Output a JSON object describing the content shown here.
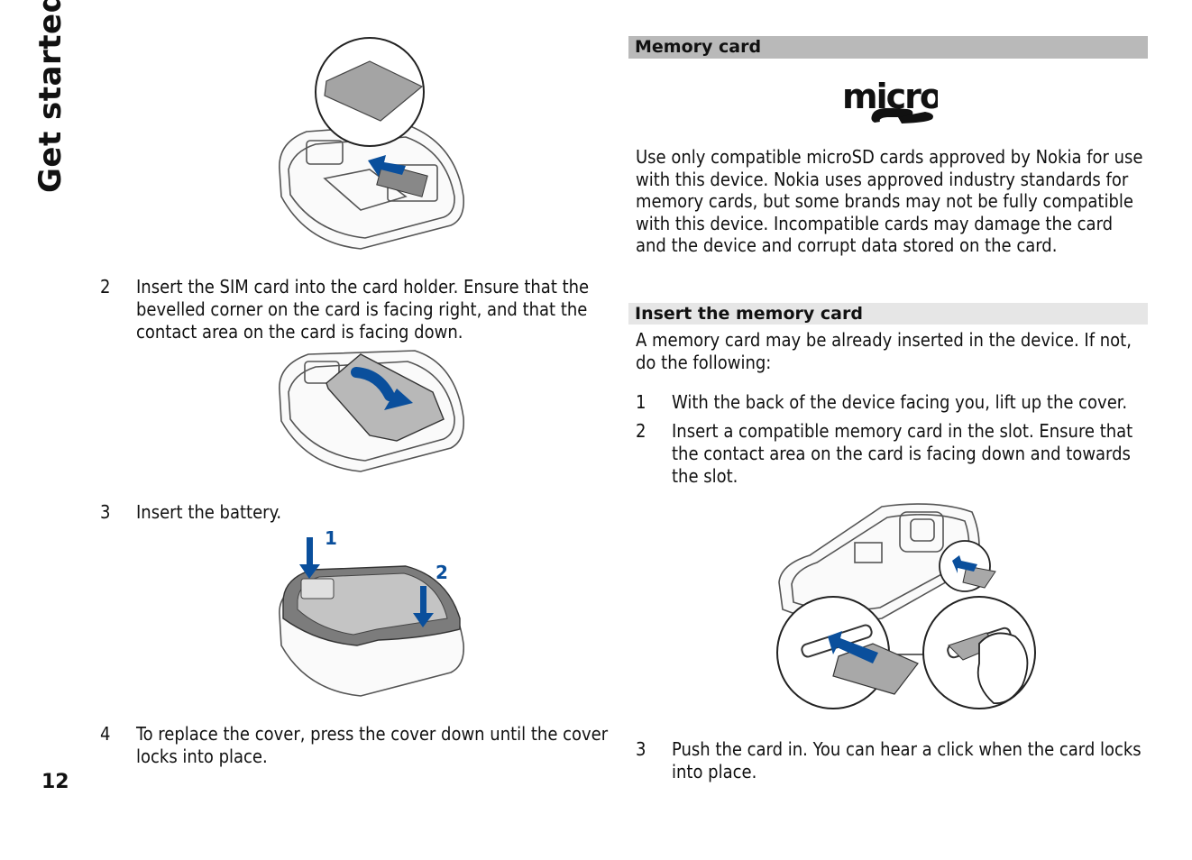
{
  "sidebar": {
    "section_title": "Get started",
    "page_number": "12"
  },
  "left_column": {
    "steps": [
      {
        "number": "2",
        "text": "Insert the SIM card into the card holder. Ensure that the bevelled corner on the card is facing right, and that the contact area on the card is facing down."
      },
      {
        "number": "3",
        "text": "Insert the battery."
      },
      {
        "number": "4",
        "text": "To replace the cover, press the cover down until the cover locks into place."
      }
    ],
    "cover_figure_labels": [
      "1",
      "2"
    ]
  },
  "right_column": {
    "memory_card_heading": "Memory card",
    "logo_text": "micro SD",
    "intro": "Use only compatible microSD cards approved by Nokia for use with this device. Nokia uses approved industry standards for memory cards, but some brands may not be fully compatible with this device. Incompatible cards may damage the card and the device and corrupt data stored on the card.",
    "insert_heading": "Insert the memory card",
    "insert_intro": "A memory card may be already inserted in the device. If not, do the following:",
    "steps": [
      {
        "number": "1",
        "text": "With the back of the device facing you, lift up the cover."
      },
      {
        "number": "2",
        "text": "Insert a compatible memory card in the slot. Ensure that the contact area on the card is facing down and towards the slot."
      },
      {
        "number": "3",
        "text": "Push the card in. You can hear a click when the card locks into place."
      }
    ]
  },
  "colors": {
    "arrow_blue": "#0a4f9c",
    "heading_dark": "#b9b9b9",
    "heading_light": "#e6e6e6"
  }
}
